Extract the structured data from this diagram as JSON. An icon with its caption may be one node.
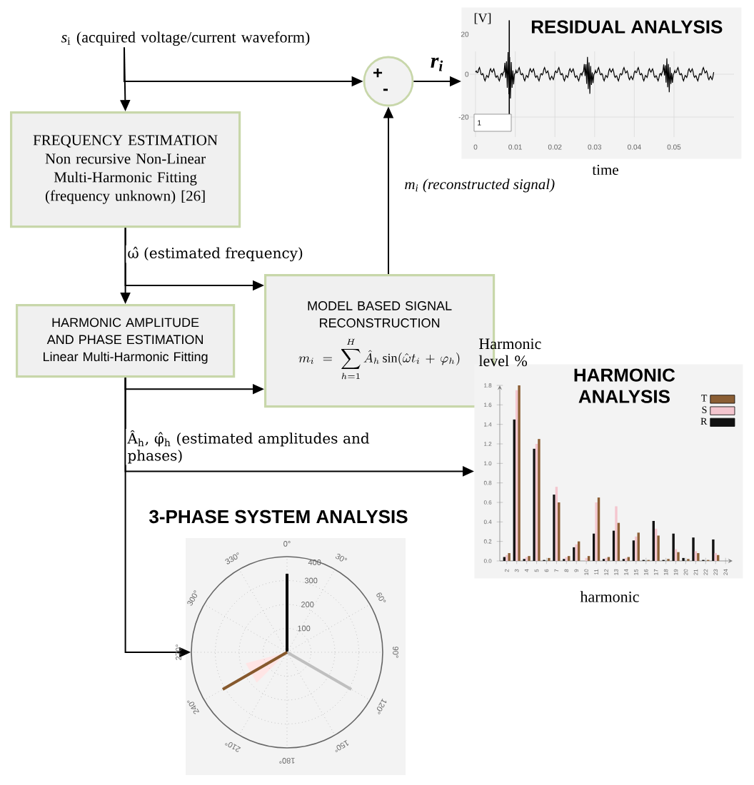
{
  "diagram": {
    "nodes": [
      {
        "text": [
          "*s*$_{i}$ (acquired voltage/current waveform)"
        ]
      },
      {
        "text": [
          "FREQUENCY ESTIMATION",
          "Non recursive Non-Linear Multi-Harmonic Fitting (frequency unknown) [26]"
        ]
      },
      {
        "text": [
          "HARMONIC AMPLITUDE AND PHASE ESTIMATION",
          "Linear Multi-Harmonic Fitting"
        ]
      },
      {
        "text": [
          "MODEL BASED SIGNAL RECONSTRUCTION",
          "m_i = \\sum_{h=1}^{H} \\hat{A}_h \\sin(\\hat{\\omega} t_i + \\varphi_h)"
        ]
      },
      {
        "text": [
          "+",
          "-"
        ]
      },
      {
        "text": [
          "RESIDUAL ANALYSIS"
        ],
        "beside": [
          "time"
        ]
      },
      {
        "text": [
          "HARMONIC ANALYSIS"
        ]
      },
      {
        "text": [],
        "shape": "circle"
      }
    ],
    "edges": [
      {
        "from": 0,
        "to": 1,
        "arrow": "to"
      },
      {
        "from": 0,
        "to": 4,
        "arrow": "to"
      },
      {
        "from": 1,
        "to": 2,
        "arrow": "to",
        "label": "ω̂ (estimated frequency)"
      },
      {
        "from": 1,
        "to": 3,
        "arrow": "to"
      },
      {
        "from": 2,
        "to": 3,
        "arrow": "to"
      },
      {
        "from": 3,
        "to": 4,
        "arrow": "to",
        "label": "m$_{i}$ (reconstructed signal)"
      },
      {
        "from": 4,
        "to": 5,
        "arrow": "to",
        "label": "r$_{i}$"
      },
      {
        "from": 2,
        "to": 6,
        "arrow": "to",
        "label": "Â$_{h}$, φ̂$_{h}$ (estimated amplitudes and phases)"
      },
      {
        "from": 2,
        "to": 7,
        "arrow": "to"
      }
    ],
    "labels": [
      "[V]",
      "20",
      "0",
      "-20",
      "1",
      "0",
      "0.01",
      "0.02",
      "0.03",
      "0.04",
      "0.05",
      "3-PHASE SYSTEM ANALYSIS",
      "0°",
      "30°",
      "60°",
      "90°",
      "120°",
      "150°",
      "180°",
      "210°",
      "240°",
      "270°",
      "300°",
      "330°",
      "100",
      "200",
      "300",
      "400"
    ],
    "chart_data": {
      "type": "bar",
      "xlabel": "harmonic",
      "ylabel": "Harmonic level %",
      "categories": [
        "2",
        "3",
        "4",
        "5",
        "6",
        "7",
        "8",
        "9",
        "10",
        "11",
        "12",
        "13",
        "14",
        "15",
        "16",
        "17",
        "18",
        "19",
        "20",
        "21",
        "22",
        "23",
        "24"
      ],
      "series": [
        {
          "name": "R",
          "color": "#111111",
          "values": [
            0.04,
            1.45,
            0.02,
            1.15,
            0.01,
            0.68,
            0.02,
            0.14,
            0.0,
            0.28,
            0.02,
            0.31,
            0.02,
            0.21,
            0.01,
            0.41,
            0.01,
            0.28,
            0.03,
            0.24,
            0.01,
            0.22,
            0.0
          ]
        },
        {
          "name": "S",
          "color": "#f4c6cf",
          "values": [
            0.06,
            1.75,
            0.04,
            1.2,
            null,
            0.76,
            0.04,
            0.17,
            0.03,
            0.6,
            0.03,
            0.56,
            0.03,
            0.25,
            null,
            0.33,
            null,
            0.12,
            null,
            0.1,
            null,
            0.08,
            0.0
          ]
        },
        {
          "name": "T",
          "color": "#8b5e34",
          "values": [
            0.08,
            1.8,
            0.05,
            1.25,
            0.03,
            0.6,
            0.05,
            0.2,
            0.05,
            0.65,
            0.04,
            0.39,
            0.04,
            0.29,
            0.01,
            0.26,
            0.02,
            0.09,
            0.02,
            0.08,
            0.01,
            0.06,
            0.0
          ]
        }
      ],
      "ylim": [
        0,
        1.8
      ],
      "yticks": [
        {
          "value": 0,
          "label": "0.0"
        },
        {
          "value": 0.2,
          "label": "0.2"
        },
        {
          "value": 0.4,
          "label": "0.4"
        },
        {
          "value": 0.6,
          "label": "0.6"
        },
        {
          "value": 0.8,
          "label": "0.8"
        },
        {
          "value": 1,
          "label": "1.0"
        },
        {
          "value": 1.2,
          "label": "1.2"
        },
        {
          "value": 1.4,
          "label": "1.4"
        },
        {
          "value": 1.6,
          "label": "1.6"
        },
        {
          "value": 1.8,
          "label": "1.8"
        }
      ],
      "legend": "upper right"
    }
  }
}
